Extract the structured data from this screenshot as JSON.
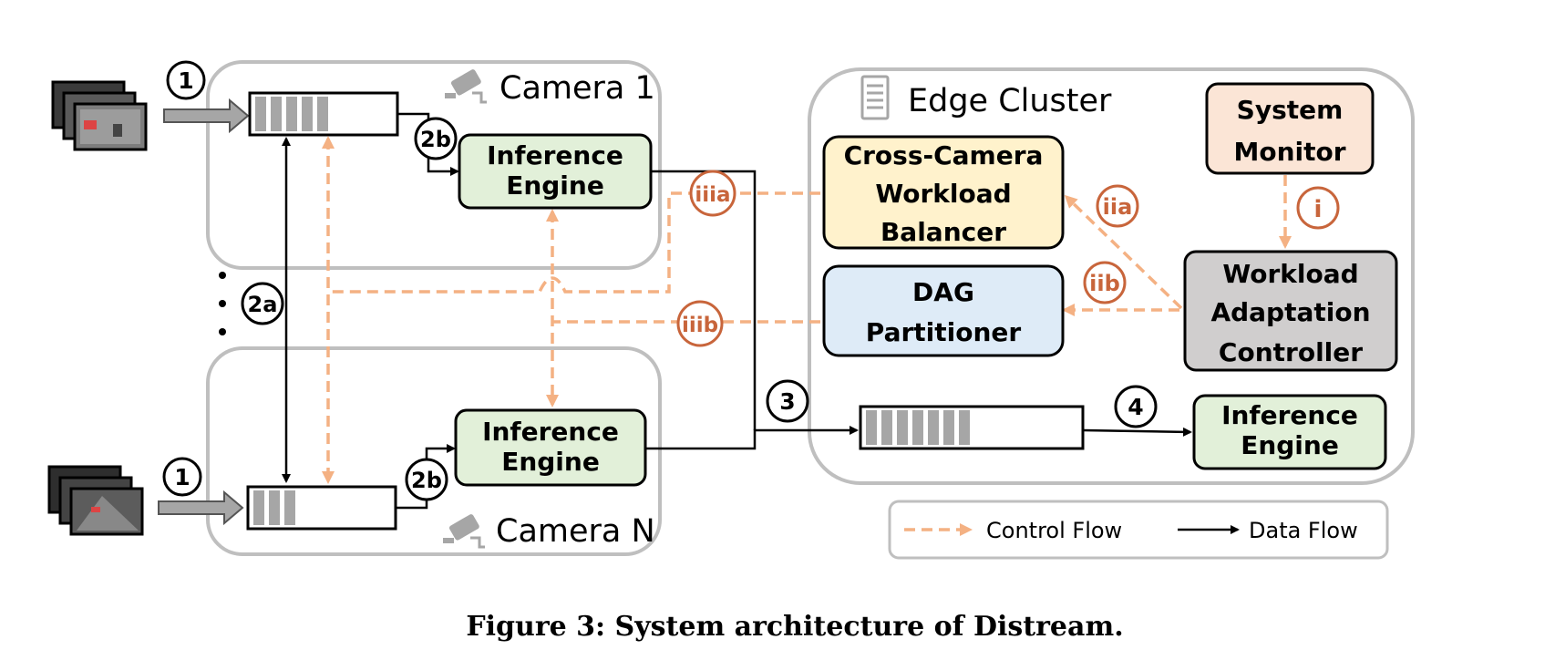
{
  "diagram": {
    "camera1_title": "Camera 1",
    "cameraN_title": "Camera N",
    "edge_title": "Edge Cluster",
    "inference_engine_line1": "Inference",
    "inference_engine_line2": "Engine",
    "balancer_lines": [
      "Cross-Camera",
      "Workload",
      "Balancer"
    ],
    "dag_lines": [
      "DAG",
      "Partitioner"
    ],
    "monitor_lines": [
      "System",
      "Monitor"
    ],
    "controller_lines": [
      "Workload",
      "Adaptation",
      "Controller"
    ],
    "steps": {
      "s1": "1",
      "s2a": "2a",
      "s2b": "2b",
      "s3": "3",
      "s4": "4"
    },
    "control_steps": {
      "i": "i",
      "iia": "iia",
      "iib": "iib",
      "iiia": "iiia",
      "iiib": "iiib"
    },
    "legend": {
      "control": "Control Flow",
      "data": "Data Flow"
    },
    "colors": {
      "control_flow": "#f4b183",
      "control_label": "#c8653b",
      "inference_fill": "#e2f0d9",
      "balancer_fill": "#fff2cc",
      "dag_fill": "#deebf7",
      "monitor_fill": "#fbe5d6",
      "controller_fill": "#d0cece",
      "container_border": "#bfbfbf",
      "queue_fill": "#a6a6a6"
    }
  },
  "caption": "Figure 3: System architecture of Distream."
}
